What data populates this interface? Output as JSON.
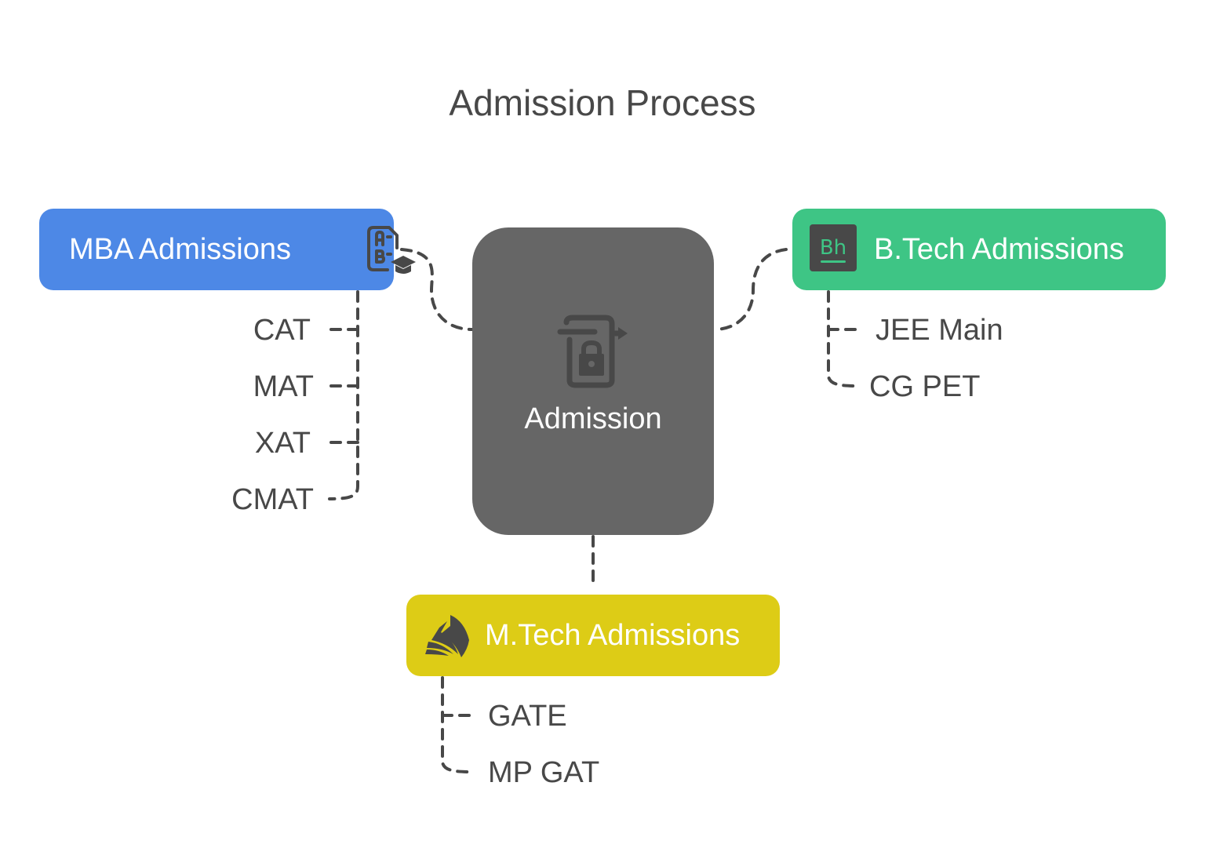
{
  "title": "Admission Process",
  "center": {
    "label": "Admission",
    "icon": "locked-document-export-icon"
  },
  "branches": {
    "mba": {
      "label": "MBA Admissions",
      "color": "#4d88e6",
      "icon": "exam-grade-graduation-cap-icon",
      "items": [
        "CAT",
        "MAT",
        "XAT",
        "CMAT"
      ]
    },
    "btech": {
      "label": "B.Tech Admissions",
      "color": "#3ec585",
      "icon": "behance-logo-icon",
      "items": [
        "JEE Main",
        "CG PET"
      ]
    },
    "mtech": {
      "label": "M.Tech Admissions",
      "color": "#ddcc16",
      "icon": "open-book-pages-icon",
      "items": [
        "GATE",
        "MP GAT"
      ]
    }
  },
  "colors": {
    "center": "#666666",
    "text": "#484848",
    "connector": "#484848"
  }
}
